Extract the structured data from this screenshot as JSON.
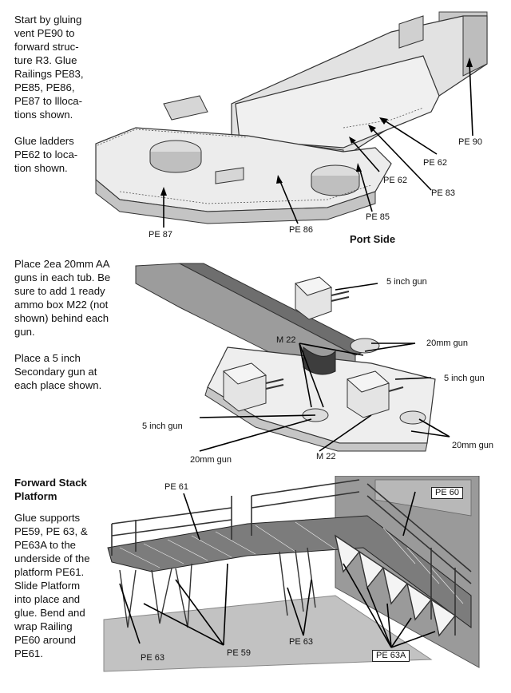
{
  "section1": {
    "paragraphs": [
      "Start by gluing\nvent PE90 to\nforward struc-\nture R3. Glue\nRailings PE83,\nPE85, PE86,\nPE87 to llloca-\ntions shown.",
      "Glue ladders\nPE62 to loca-\ntion shown."
    ],
    "labels": {
      "pe90": "PE 90",
      "pe62a": "PE 62",
      "pe62b": "PE 62",
      "pe83": "PE 83",
      "pe85": "PE 85",
      "pe86": "PE 86",
      "pe87": "PE 87"
    },
    "caption": "Port Side"
  },
  "section2": {
    "paragraphs": [
      "Place 2ea 20mm AA\nguns in each tub. Be\nsure to add 1 ready\nammo box M22 (not\nshown) behind each\ngun.",
      "Place a 5 inch\nSecondary gun at\neach place shown."
    ],
    "labels": {
      "gun5a": "5 inch gun",
      "gun20a": "20mm gun",
      "gun5b": "5 inch gun",
      "gun5c": "5 inch gun",
      "gun20b": "20mm gun",
      "gun20c": "20mm gun",
      "m22a": "M 22",
      "m22b": "M 22"
    }
  },
  "section3": {
    "heading": "Forward Stack\nPlatform",
    "paragraph": "Glue supports\nPE59, PE 63, &\nPE63A to the\nunderside of the\nplatform PE61.\nSlide Platform\ninto place and\nglue. Bend and\nwrap Railing\nPE60 around\nPE61.",
    "labels": {
      "pe61": "PE 61",
      "pe60": "PE 60",
      "pe63a": "PE 63",
      "pe59": "PE 59",
      "pe63b": "PE 63",
      "pe63A": "PE 63A"
    }
  }
}
